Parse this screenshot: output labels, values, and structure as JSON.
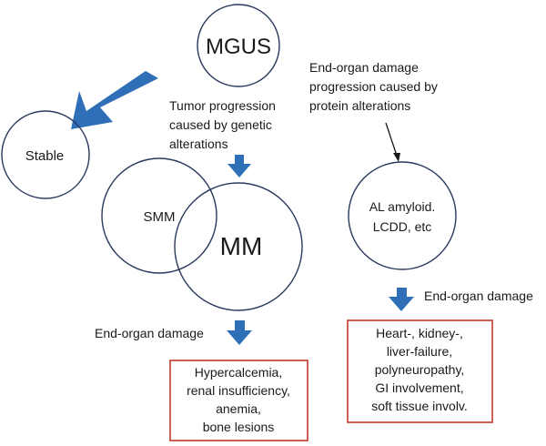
{
  "nodes": {
    "mgus": "MGUS",
    "stable": "Stable",
    "smm": "SMM",
    "mm": "MM",
    "al_amyloid": [
      "AL amyloid.",
      "LCDD, etc"
    ]
  },
  "annotations": {
    "tumor_progression": [
      "Tumor progression",
      "caused by genetic",
      "alterations"
    ],
    "end_organ_progression": [
      "End-organ damage",
      "progression caused by",
      "protein alterations"
    ],
    "end_organ_damage_left": "End-organ damage",
    "end_organ_damage_right": "End-organ damage"
  },
  "boxes": {
    "mm_damage": [
      "Hypercalcemia,",
      "renal insufficiency,",
      "anemia,",
      "bone lesions"
    ],
    "al_damage": [
      "Heart-, kidney-,",
      "liver-failure,",
      "polyneuropathy,",
      "GI involvement,",
      "soft tissue involv."
    ]
  },
  "colors": {
    "arrow": "#2e6fb8",
    "box_border": "#c0392b",
    "circle_stroke": "#2a3a5c"
  }
}
